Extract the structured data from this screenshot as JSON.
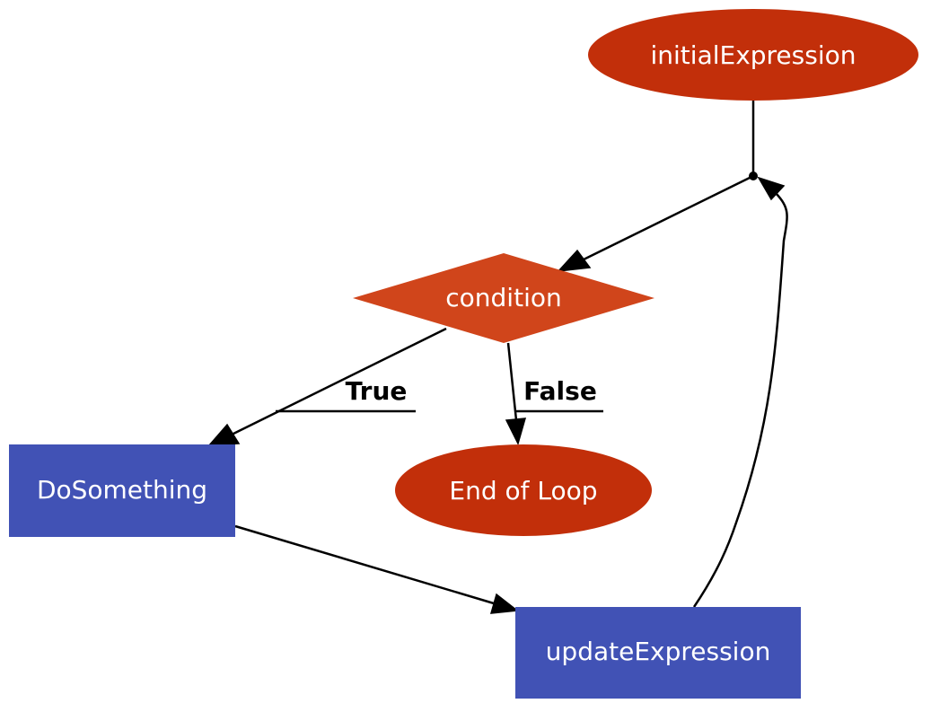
{
  "colors": {
    "ellipse_node": "#c22f0a",
    "diamond_node": "#d0451b",
    "box_node": "#4152b5",
    "edge": "#000000",
    "node_text": "#ffffff"
  },
  "nodes": {
    "initial": {
      "label": "initialExpression",
      "shape": "ellipse"
    },
    "condition": {
      "label": "condition",
      "shape": "diamond"
    },
    "do_something": {
      "label": "DoSomething",
      "shape": "box"
    },
    "end_of_loop": {
      "label": "End of Loop",
      "shape": "ellipse"
    },
    "update": {
      "label": "updateExpression",
      "shape": "box"
    }
  },
  "edges": {
    "true_label": "True",
    "false_label": "False"
  }
}
